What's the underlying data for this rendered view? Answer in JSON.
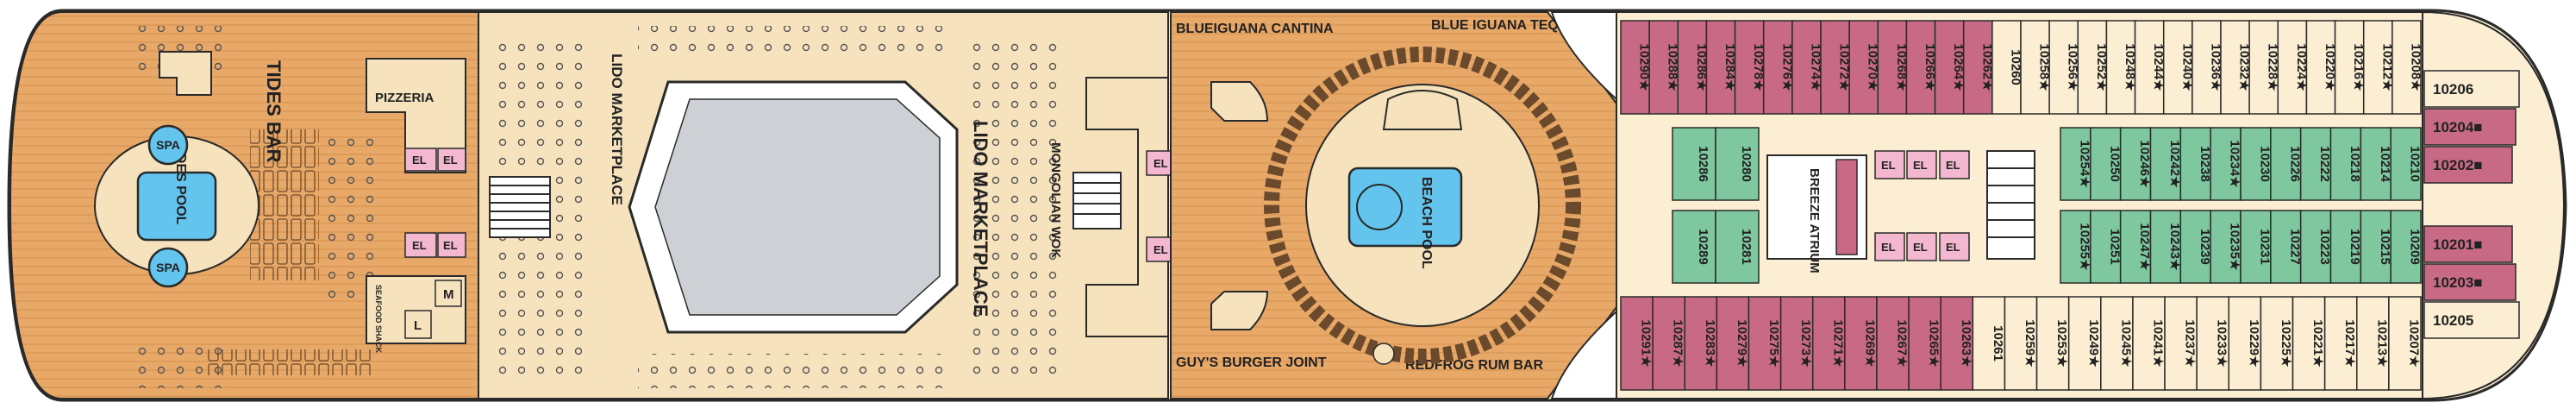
{
  "colors": {
    "deck_wood": "#e8a868",
    "deck_wood_stripe": "#d99653",
    "deck_cream": "#f6e3bd",
    "stateroom_maroon": "#c86a86",
    "stateroom_green": "#7fc79f",
    "stateroom_cream": "#fbeed2",
    "pool_blue": "#63c4ee",
    "elevator_pink": "#f3b7cf",
    "outline": "#2a2a2a"
  },
  "venues": {
    "tides_bar": "TIDES BAR",
    "pizzeria": "PIZZERIA",
    "spa_top": "SPA",
    "spa_bottom": "SPA",
    "tides_pool": "TIDES POOL",
    "seafood_shack": "SEAFOOD SHACK",
    "lido_marketplace_left": "LIDO MARKETPLACE",
    "lido_marketplace_right": "LIDO MARKETPLACE",
    "mongolian_wok": "MONGOLIAN WOK",
    "blueiguana_cantina": "BLUEIGUANA CANTINA",
    "blue_iguana_tequila_bar": "BLUE IGUANA TEQUILA BAR",
    "beach_pool": "BEACH POOL",
    "guys_burger_joint": "GUY'S BURGER JOINT",
    "redfrog_rum_bar": "REDFROG RUM BAR",
    "breeze_atrium": "BREEZE ATRIUM"
  },
  "symbols": {
    "elevator": "EL",
    "ladies": "L",
    "mens": "M"
  },
  "cabins": {
    "top_row": [
      "10290★",
      "10288★",
      "10286★",
      "10284★",
      "10278★",
      "10276★",
      "10274★",
      "10272★",
      "10270★",
      "10268★",
      "10266★",
      "10264★",
      "10262★",
      "10260",
      "10258★",
      "10256★",
      "10252★",
      "10248★",
      "10244★",
      "10240★",
      "10236★",
      "10232★",
      "10228★",
      "10224★",
      "10220★",
      "10216★",
      "10212★",
      "10208★"
    ],
    "top_row_maroon_count": 13,
    "inner_left_top": [
      "10286",
      "10280"
    ],
    "inner_left_bottom": [
      "10289",
      "10281"
    ],
    "inner_right_top": [
      "10254★",
      "10250",
      "10246★",
      "10242★",
      "10238",
      "10234★",
      "10230",
      "10226",
      "10222",
      "10218",
      "10214",
      "10210"
    ],
    "inner_right_bottom": [
      "10255★",
      "10251",
      "10247★",
      "10243★",
      "10239",
      "10235★",
      "10231",
      "10227",
      "10223",
      "10219",
      "10215",
      "10209"
    ],
    "bottom_row": [
      "10291★",
      "10287★",
      "10283★",
      "10279★",
      "10275★",
      "10273★",
      "10271★",
      "10269★",
      "10267★",
      "10265★",
      "10263★",
      "10261",
      "10259★",
      "10253★",
      "10249★",
      "10245★",
      "10241★",
      "10237★",
      "10233★",
      "10229★",
      "10225★",
      "10221★",
      "10217★",
      "10213★",
      "10207★"
    ],
    "bottom_row_maroon_count": 11,
    "bow_top": [
      "10206",
      "10204■",
      "10202■"
    ],
    "bow_bottom": [
      "10201■",
      "10203■",
      "10205"
    ]
  }
}
